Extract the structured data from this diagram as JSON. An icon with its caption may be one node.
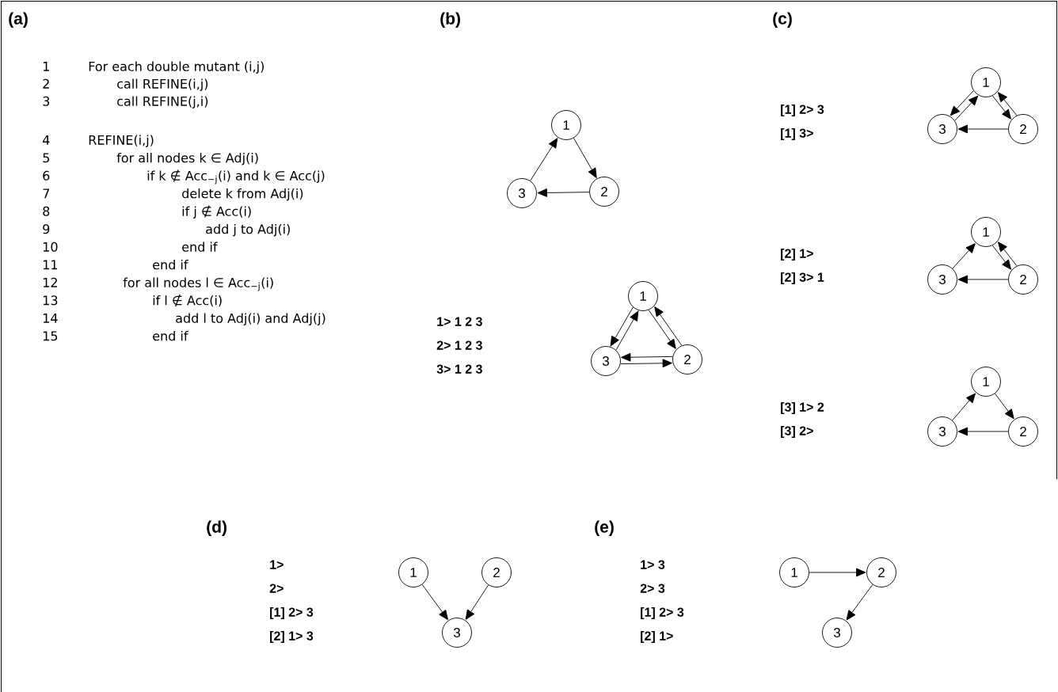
{
  "diagram": {
    "nodes": [
      {
        "text": [
          "1"
        ]
      },
      {
        "text": [
          "3"
        ]
      },
      {
        "text": [
          "2"
        ]
      },
      {
        "text": [
          "1"
        ]
      },
      {
        "text": [
          "3"
        ]
      },
      {
        "text": [
          "2"
        ]
      },
      {
        "text": [
          "1"
        ]
      },
      {
        "text": [
          "3"
        ]
      },
      {
        "text": [
          "2"
        ]
      },
      {
        "text": [
          "1"
        ]
      },
      {
        "text": [
          "3"
        ]
      },
      {
        "text": [
          "2"
        ]
      },
      {
        "text": [
          "1"
        ]
      },
      {
        "text": [
          "3"
        ]
      },
      {
        "text": [
          "2"
        ]
      },
      {
        "text": [
          "1"
        ]
      },
      {
        "text": [
          "2"
        ]
      },
      {
        "text": [
          "3"
        ]
      },
      {
        "text": [
          "1"
        ]
      },
      {
        "text": [
          "2"
        ]
      },
      {
        "text": [
          "3"
        ]
      }
    ],
    "edges": [
      {
        "from": 0,
        "to": 2,
        "arrow": "to"
      },
      {
        "from": 2,
        "to": 1,
        "arrow": "to"
      },
      {
        "from": 1,
        "to": 0,
        "arrow": "to"
      },
      {
        "from": 3,
        "to": 4,
        "arrow": "to"
      },
      {
        "from": 4,
        "to": 3,
        "arrow": "to"
      },
      {
        "from": 3,
        "to": 5,
        "arrow": "to"
      },
      {
        "from": 5,
        "to": 3,
        "arrow": "to"
      },
      {
        "from": 5,
        "to": 4,
        "arrow": "to"
      },
      {
        "from": 4,
        "to": 5,
        "arrow": "to"
      },
      {
        "from": 6,
        "to": 7,
        "arrow": "to"
      },
      {
        "from": 7,
        "to": 6,
        "arrow": "to"
      },
      {
        "from": 6,
        "to": 8,
        "arrow": "to"
      },
      {
        "from": 8,
        "to": 6,
        "arrow": "to"
      },
      {
        "from": 8,
        "to": 7,
        "arrow": "to"
      },
      {
        "from": 10,
        "to": 9,
        "arrow": "to"
      },
      {
        "from": 9,
        "to": 11,
        "arrow": "to"
      },
      {
        "from": 11,
        "to": 9,
        "arrow": "to"
      },
      {
        "from": 11,
        "to": 10,
        "arrow": "to"
      },
      {
        "from": 13,
        "to": 12,
        "arrow": "to"
      },
      {
        "from": 12,
        "to": 14,
        "arrow": "to"
      },
      {
        "from": 14,
        "to": 13,
        "arrow": "to"
      },
      {
        "from": 15,
        "to": 17,
        "arrow": "to"
      },
      {
        "from": 16,
        "to": 17,
        "arrow": "to"
      },
      {
        "from": 18,
        "to": 19,
        "arrow": "to"
      },
      {
        "from": 19,
        "to": 20,
        "arrow": "to"
      }
    ],
    "labels": [
      "(a)",
      "(b)",
      "(c)",
      "1",
      "For each double mutant (i,j)",
      "2",
      "call REFINE(i,j)",
      "3",
      "call REFINE(j,i)",
      "4",
      "REFINE(i,j)",
      "5",
      "for all nodes k ∈ Adj(i)",
      "6",
      "if k ∉ Acc$_{−j}$(i) and k ∈ Acc(j)",
      "7",
      "delete k from Adj(i)",
      "8",
      "if j ∉ Acc(i)",
      "9",
      "add j to Adj(i)",
      "10",
      "end if",
      "11",
      "end if",
      "12",
      "for all nodes l ∈ Acc$_{−j}$(i)",
      "13",
      "if l ∉ Acc(i)",
      "14",
      "add l to Adj(i) and Adj(j)",
      "15",
      "end if",
      "[1] 2> 3",
      "[1] 3>",
      "[2] 1>",
      "[2] 3> 1",
      "[3] 1> 2",
      "[3] 2>",
      "1> 1 2 3",
      "2> 1 2 3",
      "3> 1 2 3",
      "(d)",
      "(e)",
      "1>",
      "2>",
      "[1] 2> 3",
      "[2] 1> 3",
      "1> 3",
      "2> 3",
      "[1] 2> 3",
      "[2] 1>"
    ]
  }
}
